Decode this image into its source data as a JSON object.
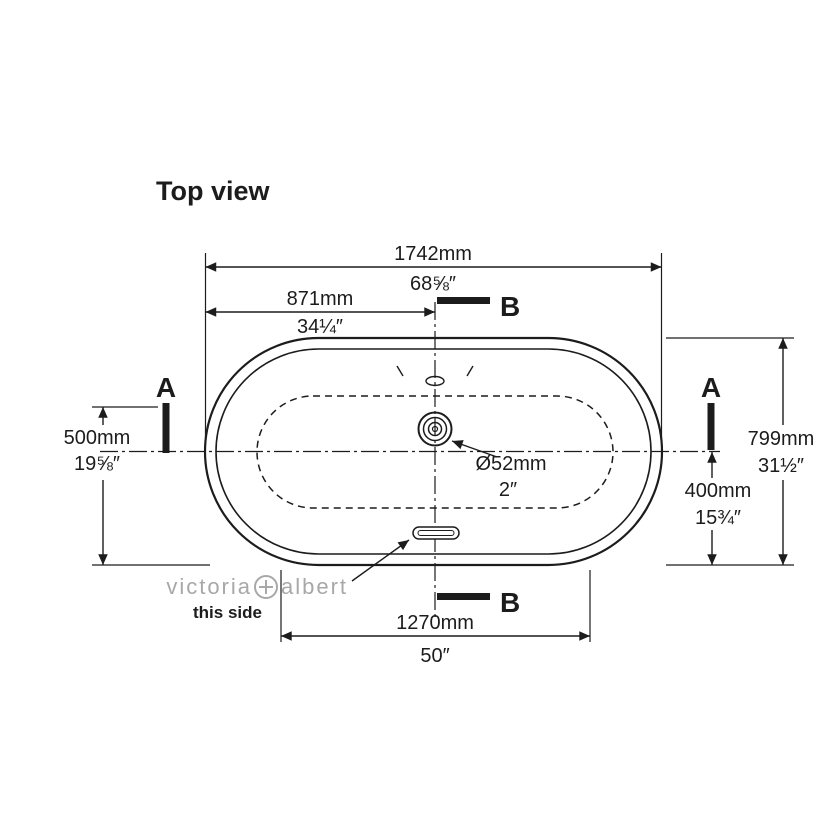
{
  "title": "Top view",
  "sections": {
    "a": "A",
    "b": "B"
  },
  "dims": {
    "overall_width_mm": "1742mm",
    "overall_width_in": "68⅝″",
    "half_width_mm": "871mm",
    "half_width_in": "34¼″",
    "left_height_mm": "500mm",
    "left_height_in": "19⅝″",
    "overall_height_mm": "799mm",
    "overall_height_in": "31½″",
    "right_height_mm": "400mm",
    "right_height_in": "15¾″",
    "bottom_width_mm": "1270mm",
    "bottom_width_in": "50″",
    "drain_diameter_mm": "Ø52mm",
    "drain_diameter_in": "2″"
  },
  "brand": {
    "left": "victoria",
    "right": "albert",
    "note": "this side"
  },
  "colors": {
    "line": "#1c1c1c",
    "brand_gray": "#a8a8a8",
    "background": "#ffffff"
  }
}
